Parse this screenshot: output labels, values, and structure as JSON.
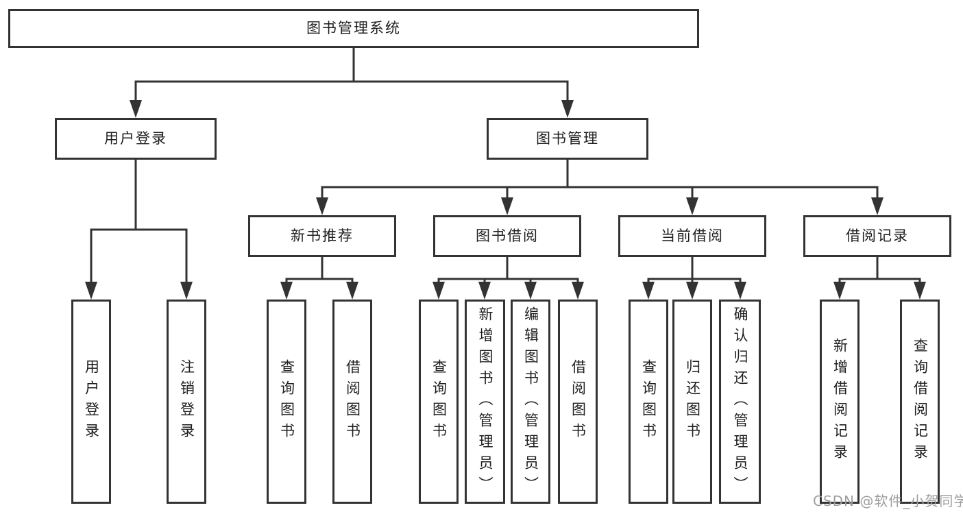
{
  "tree": {
    "root": {
      "label": "图书管理系统"
    },
    "branches": [
      {
        "label": "用户登录",
        "children": [
          {
            "label": "用户登录"
          },
          {
            "label": "注销登录"
          }
        ]
      },
      {
        "label": "图书管理",
        "children": [
          {
            "label": "新书推荐",
            "children": [
              {
                "label": "查询图书"
              },
              {
                "label": "借阅图书"
              }
            ]
          },
          {
            "label": "图书借阅",
            "children": [
              {
                "label": "查询图书"
              },
              {
                "label": "新增图书（管理员）"
              },
              {
                "label": "编辑图书（管理员）"
              },
              {
                "label": "借阅图书"
              }
            ]
          },
          {
            "label": "当前借阅",
            "children": [
              {
                "label": "查询图书"
              },
              {
                "label": "归还图书"
              },
              {
                "label": "确认归还（管理员）"
              }
            ]
          },
          {
            "label": "借阅记录",
            "children": [
              {
                "label": "新增借阅记录"
              },
              {
                "label": "查询借阅记录"
              }
            ]
          }
        ]
      }
    ]
  },
  "watermark": {
    "text": "CSDN @软件_小贺同学"
  },
  "colors": {
    "bg": "#ffffff",
    "line": "#333333",
    "text": "#1f1f1f",
    "watermark": "#9e9e9e"
  }
}
